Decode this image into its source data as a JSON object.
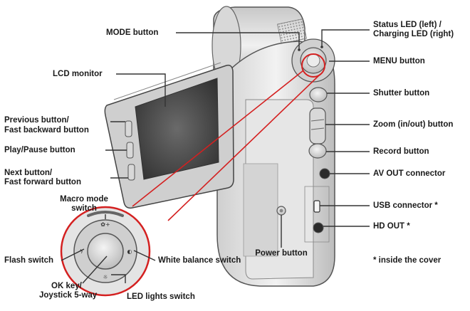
{
  "callouts": {
    "mode_button": "MODE button",
    "status_led": "Status LED (left) /",
    "charging_led": "Charging LED (right)",
    "menu_button": "MENU button",
    "lcd_monitor": "LCD monitor",
    "shutter_button": "Shutter button",
    "previous_button": "Previous button/",
    "fast_backward": "Fast backward button",
    "zoom_button": "Zoom (in/out) button",
    "play_pause": "Play/Pause button",
    "record_button": "Record button",
    "next_button": "Next button/",
    "fast_forward": "Fast forward button",
    "av_out": "AV OUT connector",
    "macro_mode": "Macro mode",
    "macro_switch": "switch",
    "usb_connector": "USB connector *",
    "hd_out": "HD OUT *",
    "flash_switch": "Flash switch",
    "white_balance": "White balance switch",
    "power_button": "Power button",
    "inside_cover": "* inside the cover",
    "ok_key": "OK key/",
    "joystick": "Joystick 5-way",
    "led_lights": "LED lights switch"
  },
  "colors": {
    "accent_red": "#d42020",
    "body_light": "#e4e4e4",
    "body_mid": "#b8b8b8",
    "outline": "#555555",
    "leader": "#333333"
  }
}
